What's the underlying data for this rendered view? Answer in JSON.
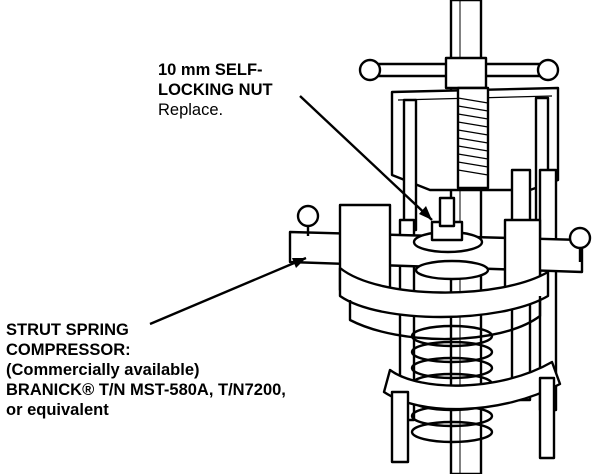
{
  "labels": {
    "self_locking_nut": {
      "line1": "10 mm SELF-",
      "line2": "LOCKING NUT",
      "line3": "Replace."
    },
    "spring_compressor": {
      "line1": "STRUT SPRING",
      "line2": "COMPRESSOR:",
      "line3": "(Commercially available)",
      "line4": "BRANICK® T/N MST-580A, T/N7200,",
      "line5": "or equivalent"
    }
  }
}
